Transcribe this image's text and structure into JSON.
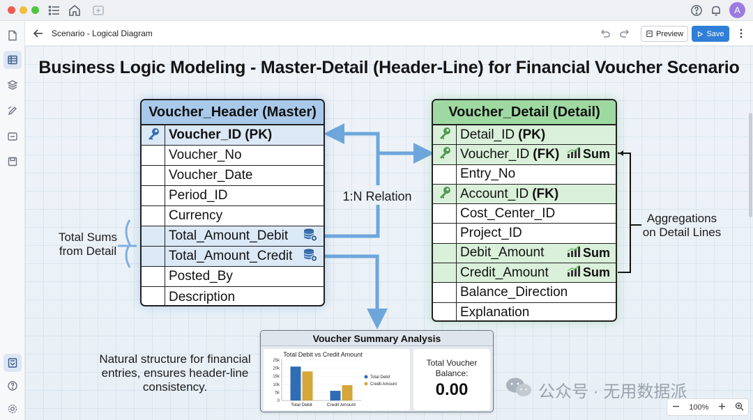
{
  "window": {
    "avatar_initial": "A"
  },
  "header": {
    "doc_title": "Scenario - Logical Diagram",
    "preview_label": "Preview",
    "save_label": "Save"
  },
  "diagram": {
    "title": "Business Logic Modeling - Master-Detail (Header-Line) for Financial Voucher Scenario",
    "master": {
      "title": "Voucher_Header (Master)",
      "fields": [
        {
          "name": "Voucher_ID",
          "tag": "(PK)",
          "icon": "key-icon",
          "highlight": "blue"
        },
        {
          "name": "Voucher_No",
          "tag": "",
          "icon": "",
          "highlight": ""
        },
        {
          "name": "Voucher_Date",
          "tag": "",
          "icon": "",
          "highlight": ""
        },
        {
          "name": "Period_ID",
          "tag": "",
          "icon": "",
          "highlight": ""
        },
        {
          "name": "Currency",
          "tag": "",
          "icon": "",
          "highlight": ""
        },
        {
          "name": "Total_Amount_Debit",
          "tag": "",
          "icon": "database-sum-icon",
          "highlight": "blue"
        },
        {
          "name": "Total_Amount_Credit",
          "tag": "",
          "icon": "database-sum-icon",
          "highlight": "blue"
        },
        {
          "name": "Posted_By",
          "tag": "",
          "icon": "",
          "highlight": ""
        },
        {
          "name": "Description",
          "tag": "",
          "icon": "",
          "highlight": ""
        }
      ]
    },
    "detail": {
      "title": "Voucher_Detail (Detail)",
      "sum_label": "Sum",
      "fields": [
        {
          "name": "Detail_ID",
          "tag": "(PK)",
          "key": true,
          "sum": false
        },
        {
          "name": "Voucher_ID",
          "tag": "(FK)",
          "key": true,
          "sum": true
        },
        {
          "name": "Entry_No",
          "tag": "",
          "key": false,
          "sum": false
        },
        {
          "name": "Account_ID",
          "tag": "(FK)",
          "key": true,
          "sum": false
        },
        {
          "name": "Cost_Center_ID",
          "tag": "",
          "key": false,
          "sum": false
        },
        {
          "name": "Project_ID",
          "tag": "",
          "key": false,
          "sum": false
        },
        {
          "name": "Debit_Amount",
          "tag": "",
          "key": false,
          "sum": true
        },
        {
          "name": "Credit_Amount",
          "tag": "",
          "key": false,
          "sum": true
        },
        {
          "name": "Balance_Direction",
          "tag": "",
          "key": false,
          "sum": false
        },
        {
          "name": "Explanation",
          "tag": "",
          "key": false,
          "sum": false
        }
      ]
    },
    "labels": {
      "relation": "1:N Relation",
      "total_sums_line1": "Total Sums",
      "total_sums_line2": "from Detail",
      "aggr_line1": "Aggregations",
      "aggr_line2": "on Detail Lines",
      "natural_line1": "Natural structure for financial",
      "natural_line2": "entries, ensures header-line",
      "natural_line3": "consistency."
    },
    "summary": {
      "title": "Voucher Summary Analysis",
      "balance_line1": "Total Voucher",
      "balance_line2": "Balance:",
      "balance_value": "0.00"
    }
  },
  "chart_data": {
    "type": "bar",
    "title": "Total Debit vs Credit Amount",
    "categories": [
      "Total Debit",
      "Credit Amount"
    ],
    "series": [
      {
        "name": "Total Debit",
        "values": [
          21000,
          6000
        ],
        "color": "#2f6db5"
      },
      {
        "name": "Credit Amount",
        "values": [
          18000,
          9500
        ],
        "color": "#d5a63a"
      }
    ],
    "yticks": [
      "0",
      "5k",
      "10k",
      "15k",
      "20k",
      "25k"
    ],
    "ylim": [
      0,
      25000
    ],
    "legend": "right"
  },
  "watermark": {
    "text": "公众号 · 无用数据派"
  },
  "zoom": {
    "level": "100%"
  },
  "colors": {
    "accent": "#2f7fd8",
    "master_head": "#a9c9ea",
    "detail_head": "#9fd9a2",
    "arrow": "#6ea6dc"
  }
}
